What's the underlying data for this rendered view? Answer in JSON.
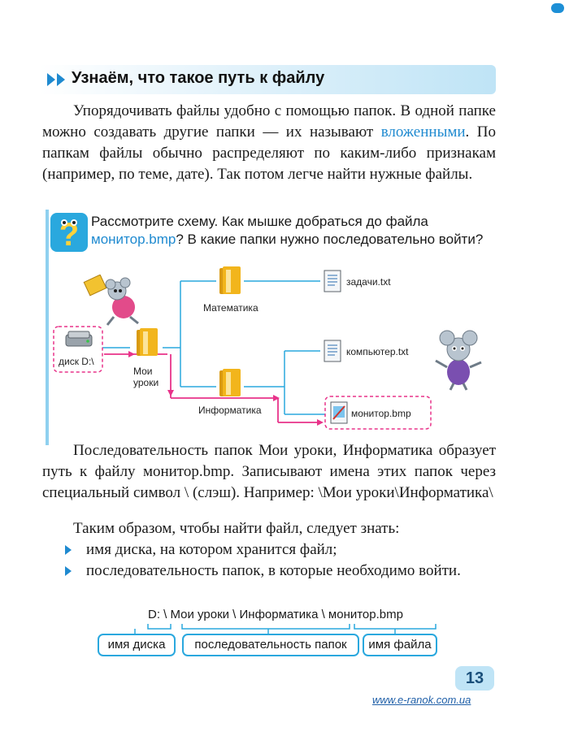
{
  "header": {
    "title": "Узнаём, что такое путь к файлу"
  },
  "intro": {
    "part1": "Упорядочивать файлы удобно с помощью папок. В одной папке можно создавать другие папки — их называют ",
    "highlight": "вложенными",
    "part2": ". По папкам файлы обычно распределяют по каким-либо признакам (например, по теме, дате). Так потом легче найти нужные файлы."
  },
  "task": {
    "part1": "Рассмотрите схему. Как мышке добраться до файла ",
    "file": "монитор.bmp",
    "part2": "? В какие папки нужно последовательно войти?"
  },
  "diagram": {
    "disk": "диск D:\\",
    "my_lessons": "Мои уроки",
    "math": "Математика",
    "informatics": "Информатика",
    "file_tasks": "задачи.txt",
    "file_computer": "компьютер.txt",
    "file_monitor": "монитор.bmp"
  },
  "body": {
    "para2": "Последовательность папок Мои уроки, Информатика образует путь к файлу монитор.bmp. Записывают имена этих папок через специальный символ \\ (слэш). Например: \\Мои уроки\\Информатика\\",
    "para3": "Таким образом, чтобы найти файл, следует знать:",
    "bullets": [
      "имя диска, на котором хранится файл;",
      "последовательность папок, в которые необходимо войти."
    ]
  },
  "path_example": {
    "text": "D: \\ Мои уроки \\ Информатика \\ монитор.bmp",
    "disk_name": "имя диска",
    "folder_sequence": "последовательность папок",
    "file_name": "имя файла"
  },
  "footer": {
    "page_number": "13",
    "site": "www.e-ranok.com.ua"
  },
  "colors": {
    "accent": "#2aa8de",
    "highlight": "#1f8ad0",
    "arrow": "#e8338a",
    "folder": "#f2b51c"
  }
}
